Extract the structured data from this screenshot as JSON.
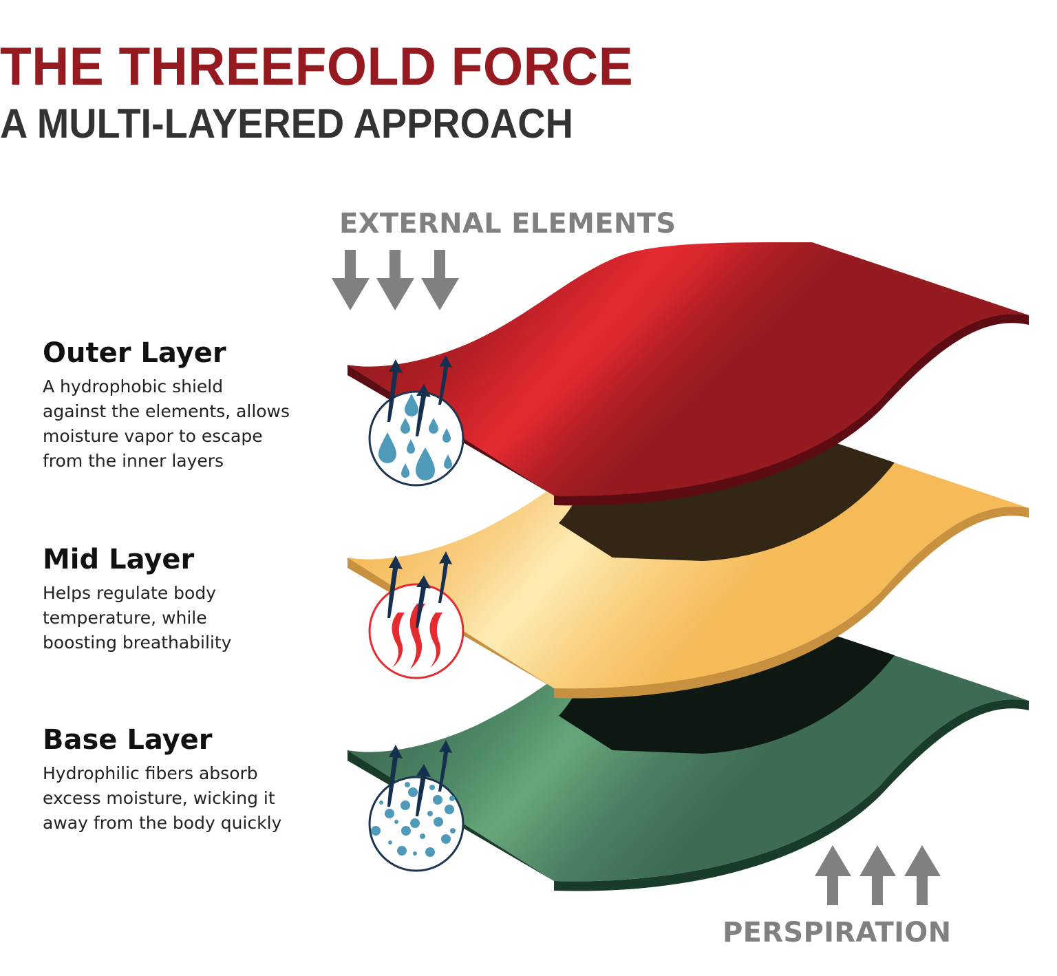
{
  "header": {
    "title": "THE THREEFOLD FORCE",
    "subtitle": "A MULTI-LAYERED APPROACH"
  },
  "forces": {
    "external": {
      "label": "EXTERNAL ELEMENTS",
      "direction": "down",
      "arrow_count": 3,
      "icon": "arrow-down-icon"
    },
    "perspiration": {
      "label": "PERSPIRATION",
      "direction": "up",
      "arrow_count": 3,
      "icon": "arrow-up-icon"
    }
  },
  "layers": [
    {
      "name": "Outer Layer",
      "description_lines": [
        "A hydrophobic shield",
        "against the elements, allows",
        "moisture vapor to escape",
        "from the inner layers"
      ],
      "icon": "water-droplets-icon",
      "colors": {
        "surface": "#951b20",
        "highlight": "#e52a30",
        "edge": "#5c0c12",
        "icon_ring": "#1b3552",
        "icon_fill": "#4f9ab9"
      }
    },
    {
      "name": "Mid Layer",
      "description_lines": [
        "Helps regulate body",
        "temperature, while",
        "boosting breathability"
      ],
      "icon": "heat-waves-icon",
      "colors": {
        "surface": "#f6ba58",
        "highlight": "#feecb5",
        "edge": "#c89140",
        "shadow": "#332614",
        "icon_ring": "#e52a30",
        "icon_fill": "#e52a30"
      }
    },
    {
      "name": "Base Layer",
      "description_lines": [
        "Hydrophilic fibers absorb",
        "excess moisture, wicking it",
        "away from the body quickly"
      ],
      "icon": "moisture-bubbles-icon",
      "colors": {
        "surface": "#3d6b54",
        "highlight": "#67a67b",
        "edge": "#193c2a",
        "shadow": "#0e1812",
        "icon_ring": "#1b3552",
        "icon_fill": "#4f9ab9"
      }
    }
  ],
  "vapor_arrows": {
    "color": "#15304f",
    "per_layer": 3
  },
  "colors": {
    "title": "#951b20",
    "subtitle": "#333333",
    "force_label": "#808080",
    "background": "#ffffff"
  }
}
